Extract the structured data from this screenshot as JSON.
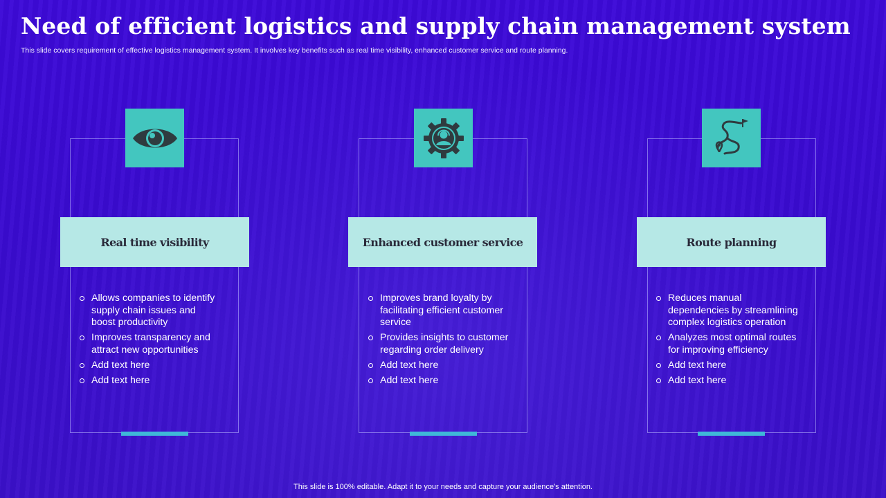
{
  "header": {
    "title": "Need of efficient logistics and supply chain management system",
    "subtitle": "This slide covers requirement of effective logistics management system. It involves key benefits such as real time visibility, enhanced customer service and route planning."
  },
  "cards": [
    {
      "icon": "eye-icon",
      "label": "Real time visibility",
      "bullets": [
        "Allows companies to identify supply chain issues and boost productivity",
        "Improves transparency and attract new opportunities",
        "Add text here",
        "Add text here"
      ]
    },
    {
      "icon": "customer-support-gear-icon",
      "label": "Enhanced customer service",
      "bullets": [
        "Improves brand loyalty by facilitating efficient customer service",
        "Provides insights to customer regarding order delivery",
        "Add text here",
        "Add text here"
      ]
    },
    {
      "icon": "route-map-icon",
      "label": "Route planning",
      "bullets": [
        "Reduces manual dependencies by streamlining complex logistics operation",
        "Analyzes most optimal routes for improving efficiency",
        "Add text here",
        "Add text here"
      ]
    }
  ],
  "footer": {
    "text": "This slide is 100% editable. Adapt it to your needs and capture your audience's attention."
  },
  "colors": {
    "background": "#3c0bd6",
    "icon_tile": "#43c6bf",
    "label_box": "#b6e8e6",
    "accent_bar": "#3fb8d8"
  }
}
